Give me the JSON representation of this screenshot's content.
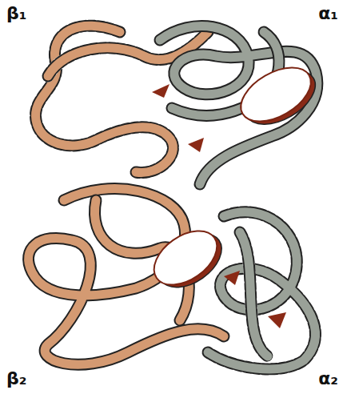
{
  "diagram": {
    "labels": [
      "β₁",
      "α₁",
      "β₂",
      "α₂"
    ]
  }
}
